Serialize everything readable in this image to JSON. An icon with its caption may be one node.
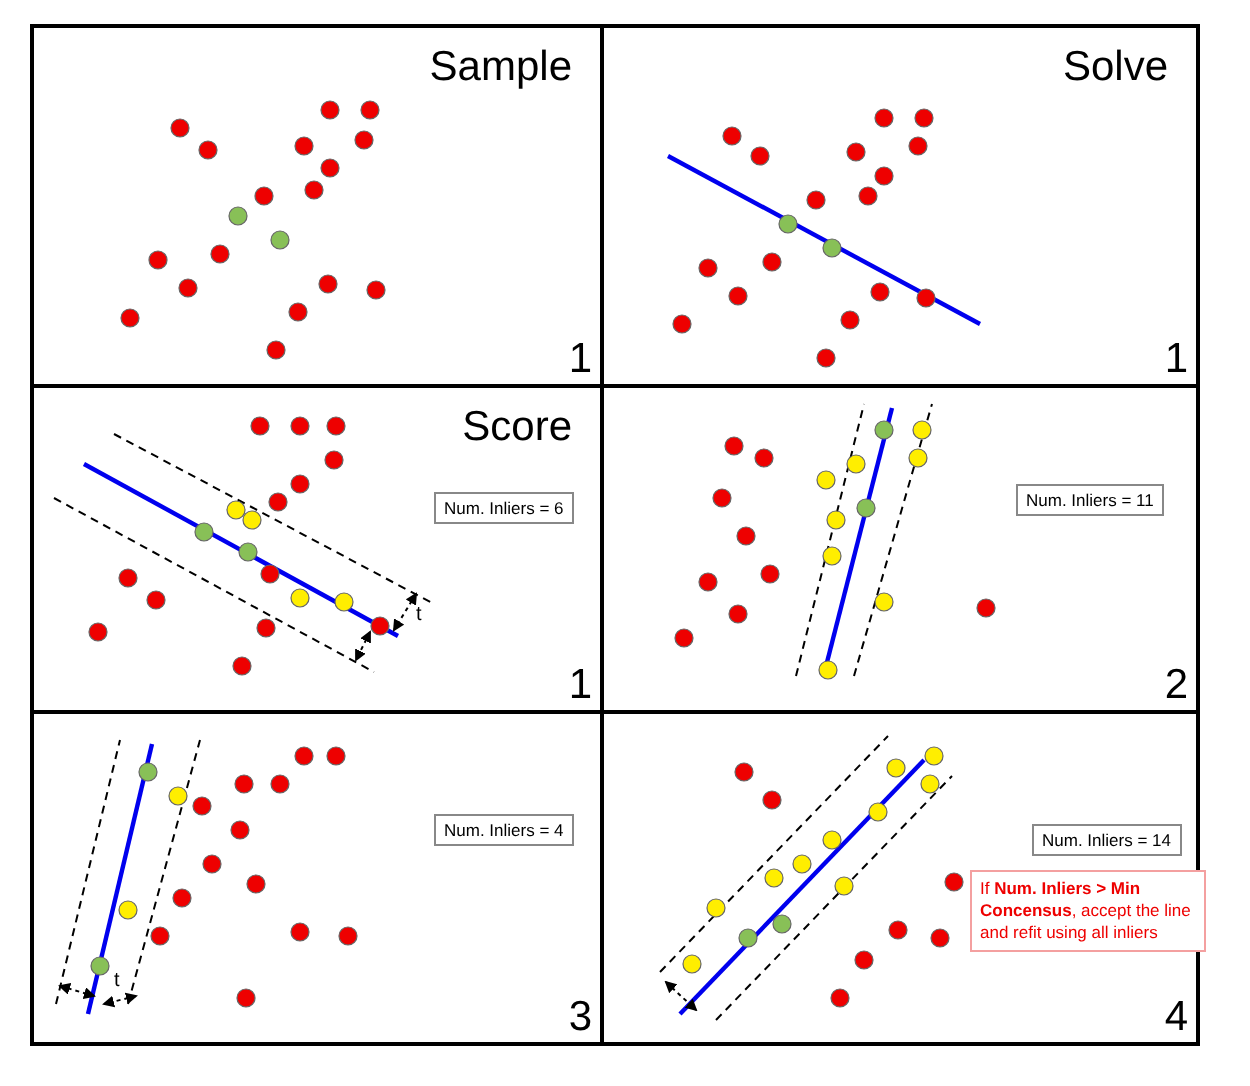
{
  "diagram": {
    "nodes": [
      {
        "text": [
          "Sample",
          "1"
        ]
      },
      {
        "text": [
          "Solve",
          "1"
        ]
      },
      {
        "text": [
          "Score",
          "1"
        ]
      },
      {
        "text": [
          "2"
        ]
      },
      {
        "text": [
          "3"
        ]
      },
      {
        "text": [
          "4"
        ]
      },
      {
        "text": [
          "Num. Inliers = 6"
        ],
        "in": 2
      },
      {
        "text": [
          "Num. Inliers = 11"
        ],
        "in": 3
      },
      {
        "text": [
          "Num. Inliers = 4"
        ],
        "in": 4
      },
      {
        "text": [
          "Num. Inliers = 14"
        ],
        "in": 5
      },
      {
        "text": [
          "If **Num. Inliers > Min Concensus**, accept the line and refit using all inliers"
        ],
        "in": 5
      }
    ],
    "labels": [
      "t",
      "t"
    ]
  }
}
